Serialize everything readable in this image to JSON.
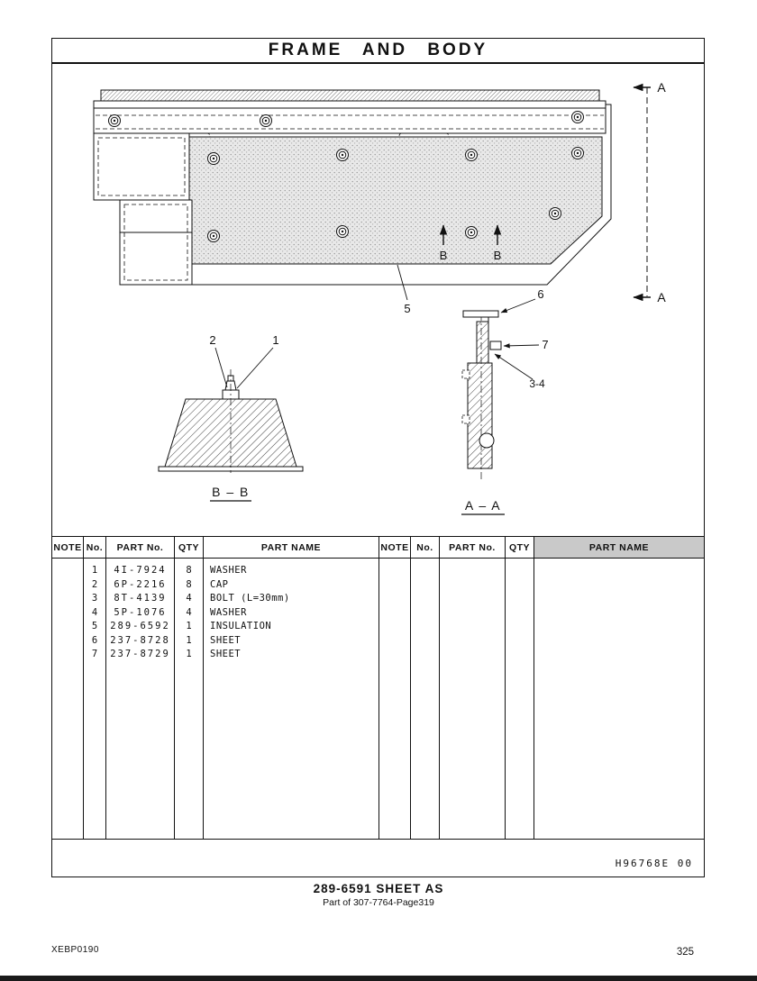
{
  "page": {
    "title": "FRAME AND BODY"
  },
  "diagram": {
    "callout_1": "1",
    "callout_2": "2",
    "callout_3_4": "3-4",
    "callout_5": "5",
    "callout_6": "6",
    "callout_7": "7",
    "marker_a": "A",
    "marker_b": "B",
    "section_label_bb": "B – B",
    "section_label_aa": "A – A"
  },
  "table": {
    "headers": {
      "note": "NOTE",
      "no": "No.",
      "part_no": "PART No.",
      "qty": "QTY",
      "part_name": "PART NAME"
    },
    "rows": [
      {
        "no": "1",
        "part_no": "4I-7924",
        "qty": "8",
        "name": "WASHER"
      },
      {
        "no": "2",
        "part_no": "6P-2216",
        "qty": "8",
        "name": "CAP"
      },
      {
        "no": "3",
        "part_no": "8T-4139",
        "qty": "4",
        "name": "BOLT (L=30mm)"
      },
      {
        "no": "4",
        "part_no": "5P-1076",
        "qty": "4",
        "name": "WASHER"
      },
      {
        "no": "5",
        "part_no": "289-6592",
        "qty": "1",
        "name": "INSULATION"
      },
      {
        "no": "6",
        "part_no": "237-8728",
        "qty": "1",
        "name": "SHEET"
      },
      {
        "no": "7",
        "part_no": "237-8729",
        "qty": "1",
        "name": "SHEET"
      }
    ]
  },
  "footer": {
    "drawing_code": "H96768E  00",
    "assembly_title": "289-6591  SHEET AS",
    "assembly_subtitle": "Part of 307-7764-Page319",
    "form_code": "XEBP0190",
    "page_number": "325"
  }
}
